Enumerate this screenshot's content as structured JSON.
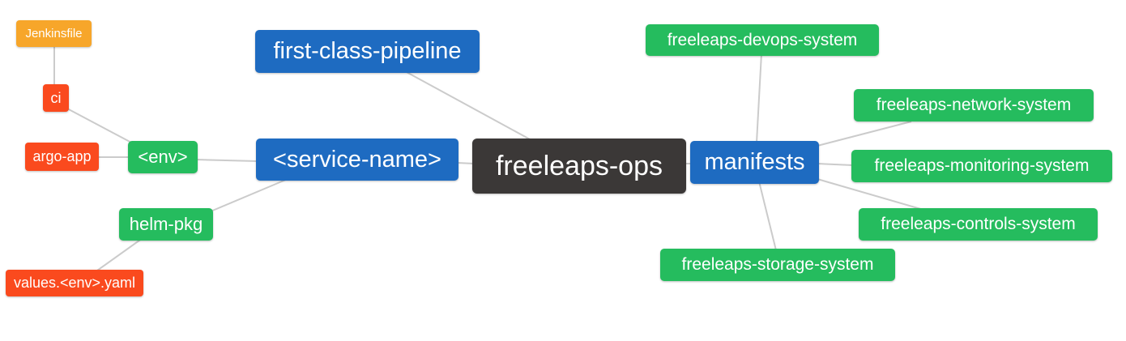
{
  "diagram": {
    "type": "mindmap",
    "root": "freeleaps-ops",
    "colors": {
      "root_node": "#3b3837",
      "branch_node": "#1e6bc1",
      "leaf_green": "#25bc5e",
      "leaf_red": "#fa4a1e",
      "leaf_orange": "#f7a62a",
      "edge": "#cbcbcb",
      "text": "#ffffff",
      "background": "#ffffff"
    },
    "nodes": {
      "freeleaps_ops": {
        "label": "freeleaps-ops",
        "role": "root",
        "color": "#3b3837"
      },
      "first_class_pipeline": {
        "label": "first-class-pipeline",
        "role": "branch",
        "color": "#1e6bc1"
      },
      "service_name": {
        "label": "<service-name>",
        "role": "branch",
        "color": "#1e6bc1"
      },
      "manifests": {
        "label": "manifests",
        "role": "branch",
        "color": "#1e6bc1"
      },
      "env": {
        "label": "<env>",
        "role": "leaf",
        "color": "#25bc5e"
      },
      "helm_pkg": {
        "label": "helm-pkg",
        "role": "leaf",
        "color": "#25bc5e"
      },
      "ci": {
        "label": "ci",
        "role": "leaf",
        "color": "#fa4a1e"
      },
      "argo_app": {
        "label": "argo-app",
        "role": "leaf",
        "color": "#fa4a1e"
      },
      "jenkinsfile": {
        "label": "Jenkinsfile",
        "role": "leaf",
        "color": "#f7a62a"
      },
      "values_env_yaml": {
        "label": "values.<env>.yaml",
        "role": "leaf",
        "color": "#fa4a1e"
      },
      "devops_system": {
        "label": "freeleaps-devops-system",
        "role": "leaf",
        "color": "#25bc5e"
      },
      "network_system": {
        "label": "freeleaps-network-system",
        "role": "leaf",
        "color": "#25bc5e"
      },
      "monitoring_system": {
        "label": "freeleaps-monitoring-system",
        "role": "leaf",
        "color": "#25bc5e"
      },
      "controls_system": {
        "label": "freeleaps-controls-system",
        "role": "leaf",
        "color": "#25bc5e"
      },
      "storage_system": {
        "label": "freeleaps-storage-system",
        "role": "leaf",
        "color": "#25bc5e"
      }
    },
    "edges": [
      [
        "freeleaps_ops",
        "first_class_pipeline"
      ],
      [
        "freeleaps_ops",
        "service_name"
      ],
      [
        "freeleaps_ops",
        "manifests"
      ],
      [
        "service_name",
        "env"
      ],
      [
        "service_name",
        "helm_pkg"
      ],
      [
        "env",
        "ci"
      ],
      [
        "env",
        "argo_app"
      ],
      [
        "ci",
        "jenkinsfile"
      ],
      [
        "helm_pkg",
        "values_env_yaml"
      ],
      [
        "manifests",
        "devops_system"
      ],
      [
        "manifests",
        "network_system"
      ],
      [
        "manifests",
        "monitoring_system"
      ],
      [
        "manifests",
        "controls_system"
      ],
      [
        "manifests",
        "storage_system"
      ]
    ]
  }
}
